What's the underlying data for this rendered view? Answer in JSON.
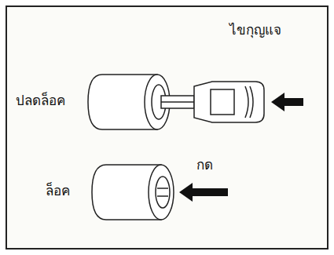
{
  "diagram": {
    "labels": [
      "ไขกุญแจ",
      "ปลดล็อค",
      "กด",
      "ล็อค"
    ]
  }
}
